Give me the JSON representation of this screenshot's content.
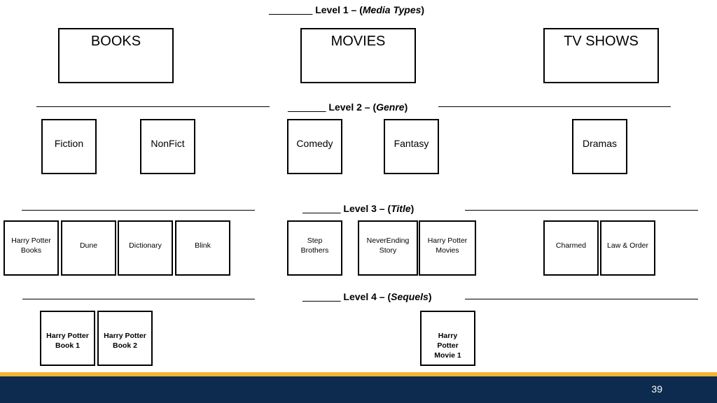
{
  "levels": [
    {
      "blank": "________",
      "label": "Level 1 – (",
      "topic": "Media Types",
      "close": ")"
    },
    {
      "blank": "_______",
      "label": "Level 2 – (",
      "topic": "Genre",
      "close": ")"
    },
    {
      "blank": "_______",
      "label": "Level 3 – (",
      "topic": "Title",
      "close": ")"
    },
    {
      "blank": "_______",
      "label": "Level 4 – (",
      "topic": "Sequels",
      "close": ")"
    }
  ],
  "level1": [
    "BOOKS",
    "MOVIES",
    "TV SHOWS"
  ],
  "level2": [
    "Fiction",
    "NonFict",
    "Comedy",
    "Fantasy",
    "Dramas"
  ],
  "level3": [
    "Harry Potter Books",
    "Dune",
    "Dictionary",
    "Blink",
    "Step Brothers",
    "NeverEnding Story",
    "Harry Potter Movies",
    "Charmed",
    "Law & Order"
  ],
  "level4": [
    "Harry Potter Book 1",
    "Harry Potter Book 2",
    "Harry Potter Movie 1"
  ],
  "footer": {
    "page_number": "39",
    "bar_color": "#0d2b4e",
    "stripe_color": "#f5b335"
  }
}
